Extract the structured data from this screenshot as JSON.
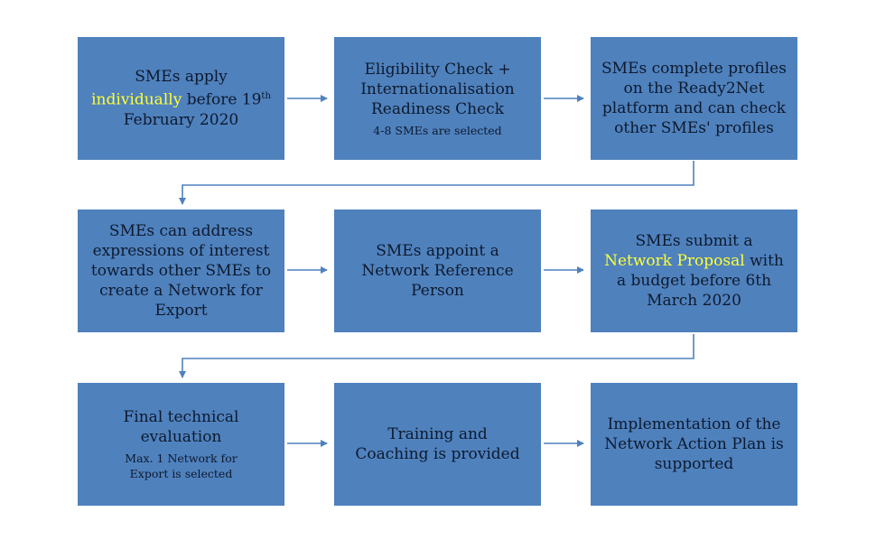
{
  "steps": {
    "s1": {
      "pre": "SMEs apply",
      "highlight": "individually",
      "post": "before 19",
      "sup": "th",
      "line2": "February 2020"
    },
    "s2": {
      "title": "Eligibility Check + Internationalisation Readiness Check",
      "note": "4-8 SMEs are selected"
    },
    "s3": {
      "title": "SMEs complete profiles on the Ready2Net platform and can check other SMEs' profiles"
    },
    "s4": {
      "title": "SMEs can address expressions of interest towards other SMEs to create a Network for Export"
    },
    "s5": {
      "title": "SMEs appoint a Network Reference Person"
    },
    "s6": {
      "pre": "SMEs submit a",
      "highlight": "Network Proposal",
      "post": "with a budget before 6th March 2020"
    },
    "s7": {
      "title": "Final technical evaluation",
      "note": "Max. 1 Network for Export is selected"
    },
    "s8": {
      "title": "Training and Coaching is provided"
    },
    "s9": {
      "title": "Implementation of the Network Action Plan is supported"
    }
  },
  "colors": {
    "box_fill": "#4f81bd",
    "text": "#0d1a2e",
    "highlight": "#ffff33",
    "arrow": "#4f81bd"
  }
}
